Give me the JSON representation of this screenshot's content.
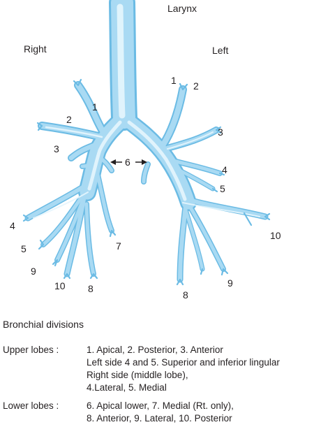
{
  "labels": {
    "larynx": "Larynx",
    "right": "Right",
    "left": "Left"
  },
  "right_numbers": {
    "n1": "1",
    "n2": "2",
    "n3": "3",
    "n4": "4",
    "n5": "5",
    "n9": "9",
    "n10": "10",
    "n8": "8",
    "n7": "7"
  },
  "left_numbers": {
    "n1": "1",
    "n2": "2",
    "n3": "3",
    "n4": "4",
    "n5": "5",
    "n10": "10",
    "n9": "9",
    "n8": "8"
  },
  "center_number": "6",
  "caption": {
    "title": "Bronchial divisions",
    "upper_label": "Upper lobes :",
    "upper_lines": [
      "1. Apical, 2. Posterior, 3. Anterior",
      "Left side 4 and 5. Superior and inferior lingular",
      "Right side (middle lobe),",
      "4.Lateral, 5. Medial"
    ],
    "lower_label": "Lower lobes :",
    "lower_lines": [
      "6. Apical lower, 7. Medial (Rt. only),",
      "8. Anterior, 9. Lateral, 10. Posterior"
    ]
  },
  "colors": {
    "airway_fill": "#a9daf3",
    "airway_highlight": "#e6f6fd",
    "airway_edge": "#5fb3e0",
    "text": "#231f20"
  }
}
